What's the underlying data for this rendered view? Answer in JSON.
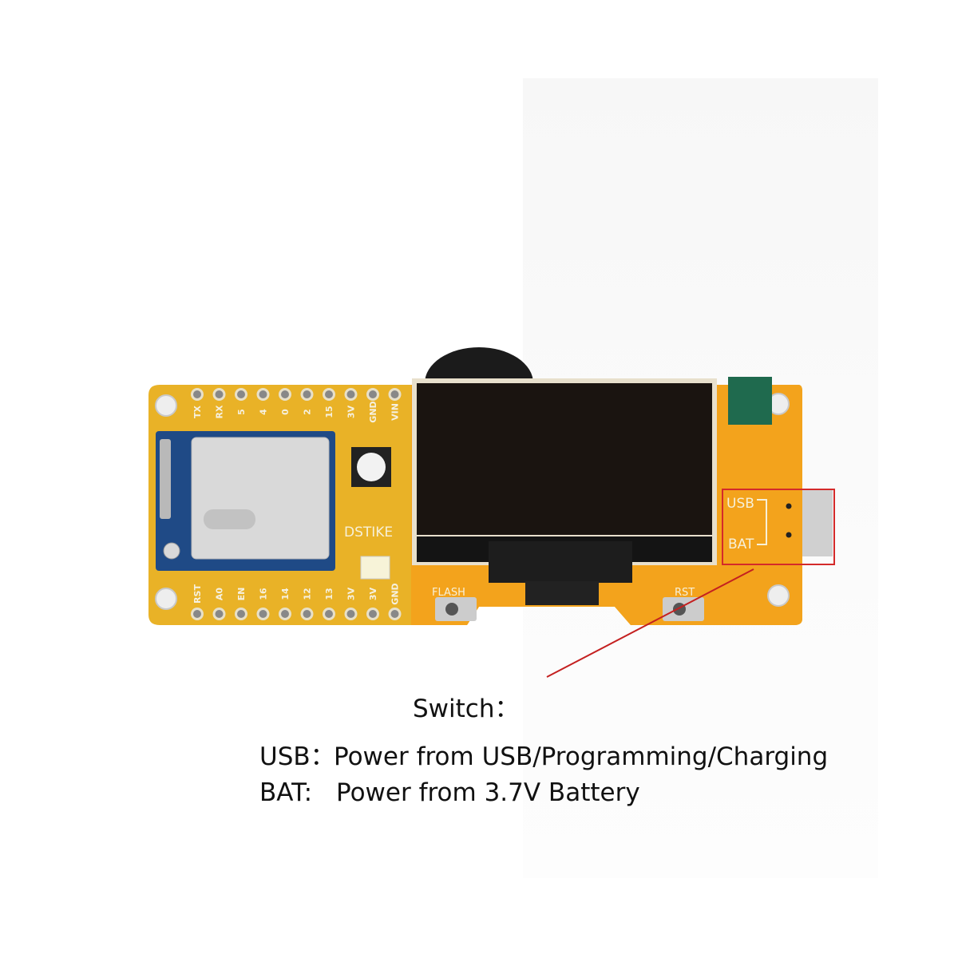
{
  "board": {
    "brand": "DSTIKE",
    "top_pins": [
      "TX",
      "RX",
      "5",
      "4",
      "0",
      "2",
      "15",
      "3V",
      "GND",
      "VIN"
    ],
    "bottom_pins": [
      "RST",
      "A0",
      "EN",
      "16",
      "14",
      "12",
      "13",
      "3V",
      "3V",
      "GND"
    ],
    "flash_button_label": "FLASH",
    "reset_button_label": "RST",
    "switch_usb_label": "USB",
    "switch_bat_label": "BAT",
    "colors": {
      "pcb_left": "#e8b22a",
      "pcb_right": "#f2a11e",
      "oled": "#1a1410",
      "highlight": "#d42a2a",
      "module": "#1f4a86"
    }
  },
  "annotation": {
    "title": "Switch：",
    "lines": [
      {
        "key": "USB：",
        "value": "Power from USB/Programming/Charging"
      },
      {
        "key": "BAT:",
        "value": "Power from 3.7V Battery"
      }
    ]
  }
}
